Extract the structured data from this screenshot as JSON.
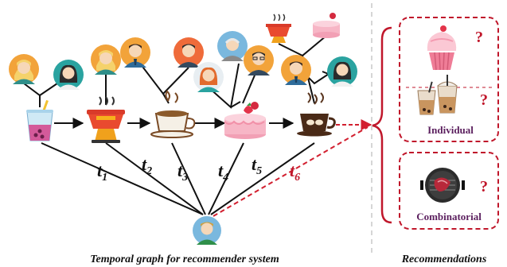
{
  "captions": {
    "left": "Temporal graph for recommender system",
    "right": "Recommendations"
  },
  "time_labels": [
    {
      "t": "t",
      "sub": "1"
    },
    {
      "t": "t",
      "sub": "2"
    },
    {
      "t": "t",
      "sub": "3"
    },
    {
      "t": "t",
      "sub": "4"
    },
    {
      "t": "t",
      "sub": "5"
    },
    {
      "t": "t",
      "sub": "6"
    }
  ],
  "boxes": {
    "individual_label": "Individual",
    "combinatorial_label": "Combinatorial",
    "question": "?"
  },
  "icons": {
    "items": [
      "bubble-tea-icon",
      "hotpot-icon",
      "coffee-cup-icon",
      "strawberry-cake-icon",
      "coffee-beans-cup-icon"
    ],
    "recommendations": [
      "cupcake-icon",
      "bubble-tea-pair-icon",
      "grill-icon"
    ],
    "users": [
      "avatar-woman-icon",
      "avatar-man-icon",
      "avatar-old-man-icon",
      "avatar-glasses-man-icon",
      "avatar-target-user-icon"
    ]
  },
  "colors": {
    "accent_red": "#c0172b",
    "dashed_red": "#d21f2f",
    "divider": "#c8c8c8",
    "label_purple": "#5b1f5e"
  }
}
